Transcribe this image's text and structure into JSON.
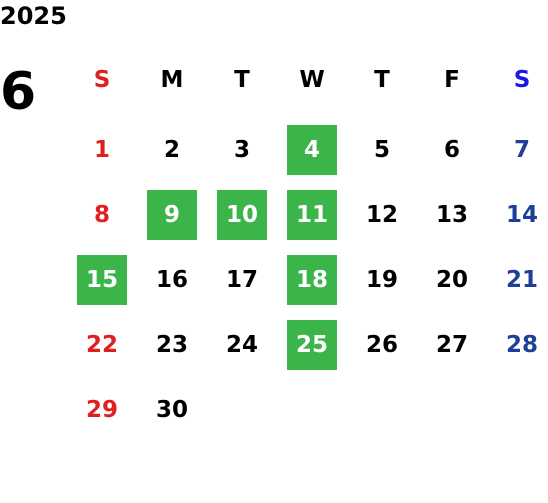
{
  "calendar": {
    "year": "2025",
    "month": "6",
    "weekdays": [
      "S",
      "M",
      "T",
      "W",
      "T",
      "F",
      "S"
    ],
    "weeks": [
      [
        "",
        "",
        "",
        "",
        "",
        "",
        ""
      ],
      [
        "1",
        "2",
        "3",
        "4",
        "5",
        "6",
        "7"
      ],
      [
        "8",
        "9",
        "10",
        "11",
        "12",
        "13",
        "14"
      ],
      [
        "15",
        "16",
        "17",
        "18",
        "19",
        "20",
        "21"
      ],
      [
        "22",
        "23",
        "24",
        "25",
        "26",
        "27",
        "28"
      ],
      [
        "29",
        "30",
        "",
        "",
        "",
        "",
        ""
      ]
    ],
    "highlighted_days": [
      "4",
      "9",
      "10",
      "11",
      "15",
      "18",
      "25"
    ]
  },
  "colors": {
    "sunday_header": "#e02020",
    "saturday_header": "#1a1adf",
    "sunday_dates": "#e02020",
    "saturday_dates": "#1e3f99",
    "weekday_text": "#000000",
    "highlight_bg": "#3bb54a",
    "highlight_text": "#ffffff"
  }
}
